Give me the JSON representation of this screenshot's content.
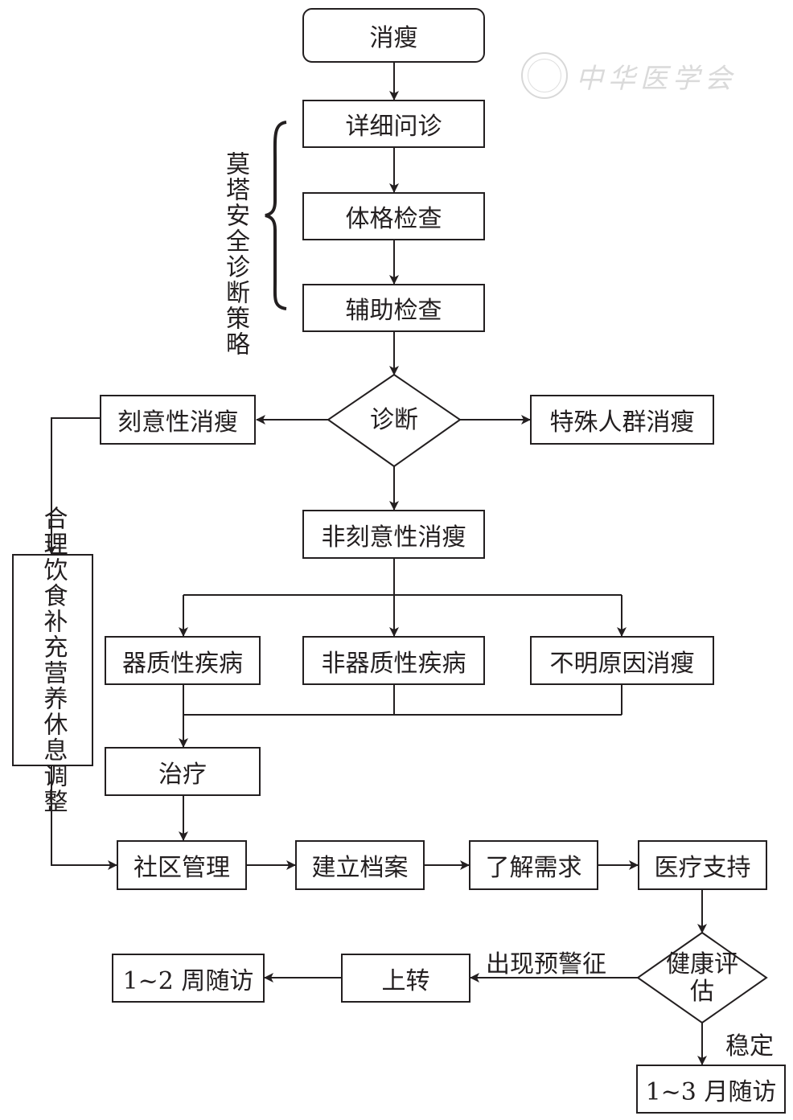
{
  "nodes": {
    "start": "消瘦",
    "history": "详细问诊",
    "physical_exam": "体格检查",
    "aux_exam": "辅助检查",
    "diagnosis": "诊断",
    "intentional": "刻意性消瘦",
    "special_population": "特殊人群消瘦",
    "unintentional": "非刻意性消瘦",
    "organic": "器质性疾病",
    "non_organic": "非器质性疾病",
    "unknown_cause": "不明原因消瘦",
    "lifestyle": "合理饮食补充营养休息调整",
    "treatment": "治疗",
    "community": "社区管理",
    "records": "建立档案",
    "needs": "了解需求",
    "medical_support": "医疗支持",
    "health_eval": "健康评估",
    "referral": "上转",
    "followup_weeks": "1~2 周随访",
    "followup_months": "1~3 月随访"
  },
  "strategy_label": "莫塔安全诊断策略",
  "edge_labels": {
    "warning": "出现预警征",
    "stable": "稳定"
  },
  "watermark": {
    "text": "中华医学会",
    "icon": "society-seal-icon"
  },
  "colors": {
    "ink": "#231f20",
    "watermark": "#bdbdbd"
  }
}
